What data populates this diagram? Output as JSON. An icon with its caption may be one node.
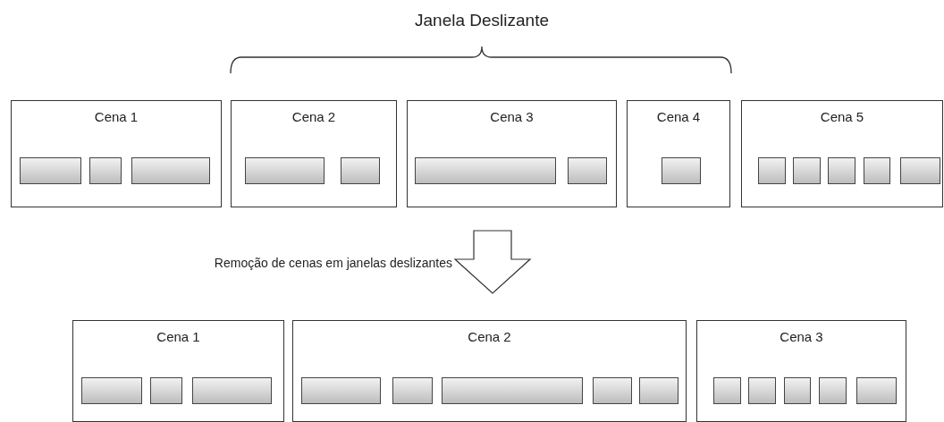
{
  "diagram": {
    "nodes": [
      {
        "text": [
          "Cena 1"
        ]
      },
      {
        "text": [],
        "shape": "box",
        "in": 0
      },
      {
        "text": [],
        "shape": "box",
        "in": 0
      },
      {
        "text": [],
        "shape": "box",
        "in": 0
      },
      {
        "text": [
          "Cena 2"
        ]
      },
      {
        "text": [],
        "shape": "box",
        "in": 4
      },
      {
        "text": [],
        "shape": "box",
        "in": 4
      },
      {
        "text": [
          "Cena 3"
        ]
      },
      {
        "text": [],
        "shape": "box",
        "in": 7
      },
      {
        "text": [],
        "shape": "box",
        "in": 7
      },
      {
        "text": [
          "Cena 4"
        ]
      },
      {
        "text": [],
        "shape": "box",
        "in": 10
      },
      {
        "text": [
          "Cena 5"
        ]
      },
      {
        "text": [],
        "shape": "box",
        "in": 12
      },
      {
        "text": [],
        "shape": "box",
        "in": 12
      },
      {
        "text": [],
        "shape": "box",
        "in": 12
      },
      {
        "text": [],
        "shape": "box",
        "in": 12
      },
      {
        "text": [],
        "shape": "box",
        "in": 12
      },
      {
        "text": [
          "Cena 1"
        ]
      },
      {
        "text": [],
        "shape": "box",
        "in": 18
      },
      {
        "text": [],
        "shape": "box",
        "in": 18
      },
      {
        "text": [],
        "shape": "box",
        "in": 18
      },
      {
        "text": [
          "Cena 2"
        ]
      },
      {
        "text": [],
        "shape": "box",
        "in": 22
      },
      {
        "text": [],
        "shape": "box",
        "in": 22
      },
      {
        "text": [],
        "shape": "box",
        "in": 22
      },
      {
        "text": [],
        "shape": "box",
        "in": 22
      },
      {
        "text": [],
        "shape": "box",
        "in": 22
      },
      {
        "text": [
          "Cena 3"
        ]
      },
      {
        "text": [],
        "shape": "box",
        "in": 28
      },
      {
        "text": [],
        "shape": "box",
        "in": 28
      },
      {
        "text": [],
        "shape": "box",
        "in": 28
      },
      {
        "text": [],
        "shape": "box",
        "in": 28
      },
      {
        "text": [],
        "shape": "box",
        "in": 28
      }
    ],
    "labels": [
      "Janela Deslizante",
      "Remoção de cenas em janelas deslizantes"
    ]
  }
}
